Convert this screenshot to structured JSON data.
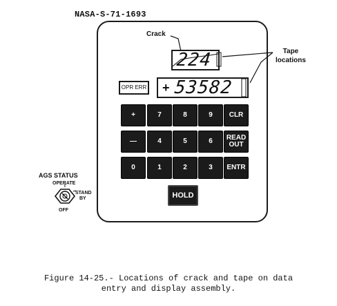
{
  "figure": {
    "source_id": "NASA-S-71-1693",
    "caption_line1": "Figure 14-25.- Locations of crack and tape on data",
    "caption_line2": "entry and display assembly."
  },
  "callouts": {
    "crack": "Crack",
    "tape_line1": "Tape",
    "tape_line2": "locations"
  },
  "panel": {
    "opr_err": "OPR ERR",
    "small_display_digits": "224",
    "main_display_sign": "+",
    "main_display_digits": "53582",
    "keys": {
      "plus": "+",
      "seven": "7",
      "eight": "8",
      "nine": "9",
      "clr": "CLR",
      "minus": "—",
      "four": "4",
      "five": "5",
      "six": "6",
      "readout_line1": "READ",
      "readout_line2": "OUT",
      "zero": "0",
      "one": "1",
      "two": "2",
      "three": "3",
      "entr": "ENTR",
      "hold": "HOLD"
    }
  },
  "ags_switch": {
    "title": "AGS STATUS",
    "operate": "OPERATE",
    "standby_line1": "STAND",
    "standby_line2": "BY",
    "off": "OFF"
  }
}
